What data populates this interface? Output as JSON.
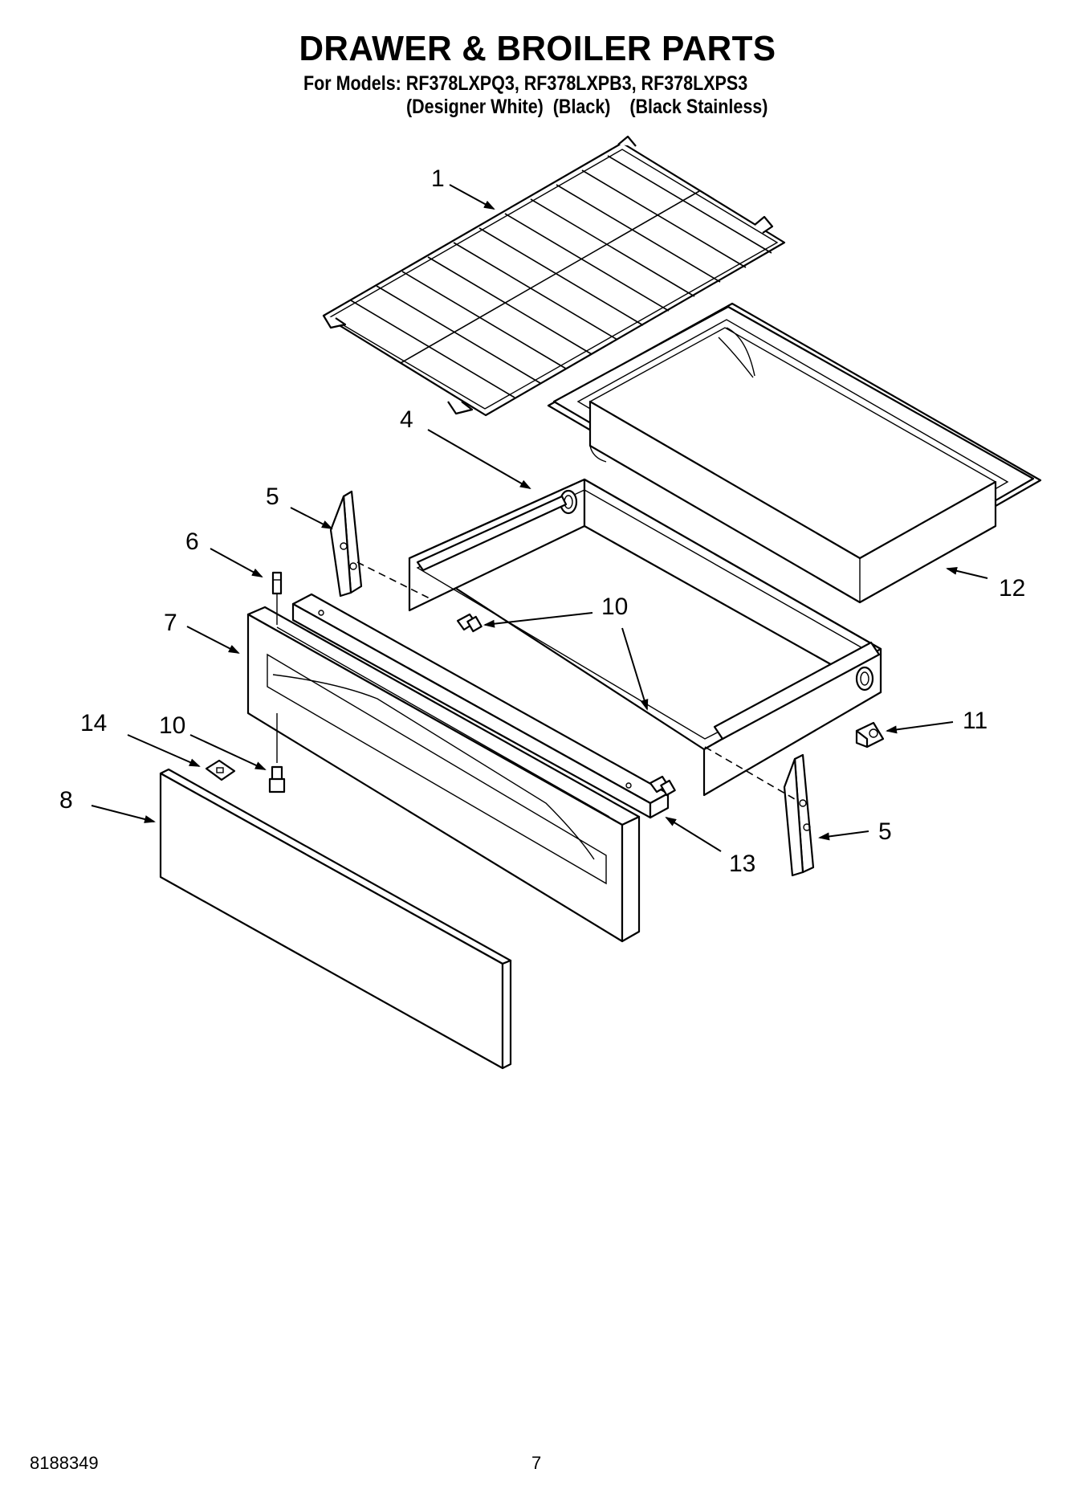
{
  "page": {
    "title": "DRAWER & BROILER PARTS",
    "models_line": "For Models: RF378LXPQ3, RF378LXPB3, RF378LXPS3",
    "colors_line": "(Designer White)  (Black)    (Black Stainless)",
    "doc_number": "8188349",
    "page_number": "7"
  },
  "callouts": {
    "c1": "1",
    "c4": "4",
    "c5a": "5",
    "c5b": "5",
    "c6": "6",
    "c7": "7",
    "c8": "8",
    "c10a": "10",
    "c10b": "10",
    "c11": "11",
    "c12": "12",
    "c13": "13",
    "c14": "14"
  }
}
